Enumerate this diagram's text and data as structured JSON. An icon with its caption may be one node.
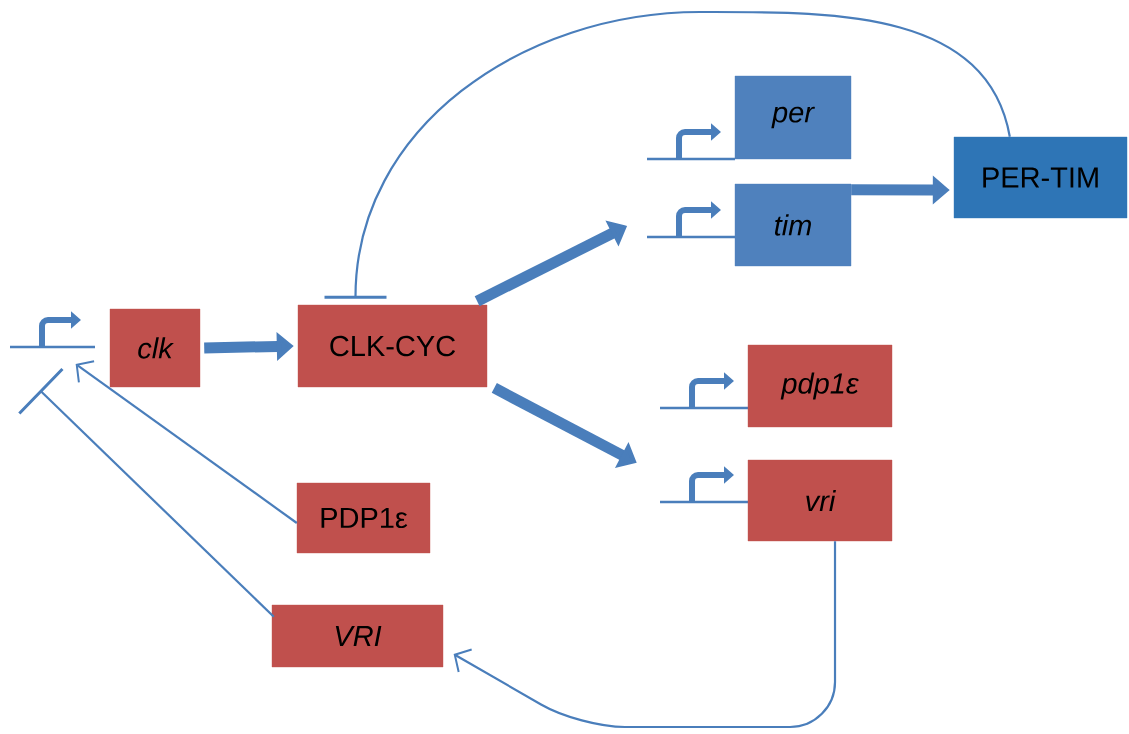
{
  "diagram": {
    "nodes": [
      {
        "text": [],
        "shape": "picture"
      },
      {
        "text": [
          "clk"
        ]
      },
      {
        "text": [
          "CLK-CYC"
        ]
      },
      {
        "text": [],
        "shape": "picture"
      },
      {
        "text": [
          "per"
        ]
      },
      {
        "text": [],
        "shape": "picture"
      },
      {
        "text": [
          "tim"
        ]
      },
      {
        "text": [
          "PER-TIM"
        ]
      },
      {
        "text": [],
        "shape": "picture"
      },
      {
        "text": [
          "pdp1ε"
        ]
      },
      {
        "text": [],
        "shape": "picture"
      },
      {
        "text": [
          "vri"
        ]
      },
      {
        "text": [
          "PDP1ε"
        ]
      },
      {
        "text": [
          "VRI"
        ]
      }
    ],
    "edges": [
      {
        "from": 1,
        "to": 2,
        "arrow": "to",
        "style": "thick"
      },
      {
        "from": 2,
        "to": 5,
        "arrow": "to",
        "style": "thick"
      },
      {
        "from": 2,
        "to": 10,
        "arrow": "to",
        "style": "thick"
      },
      {
        "from": 6,
        "to": 7,
        "arrow": "to",
        "style": "thick"
      },
      {
        "from": 7,
        "to": 2,
        "arrow": "other"
      },
      {
        "from": 11,
        "to": 13,
        "arrow": "to"
      },
      {
        "from": 12,
        "to": 0,
        "arrow": "to"
      },
      {
        "from": 13,
        "to": 0,
        "arrow": "other"
      }
    ]
  }
}
